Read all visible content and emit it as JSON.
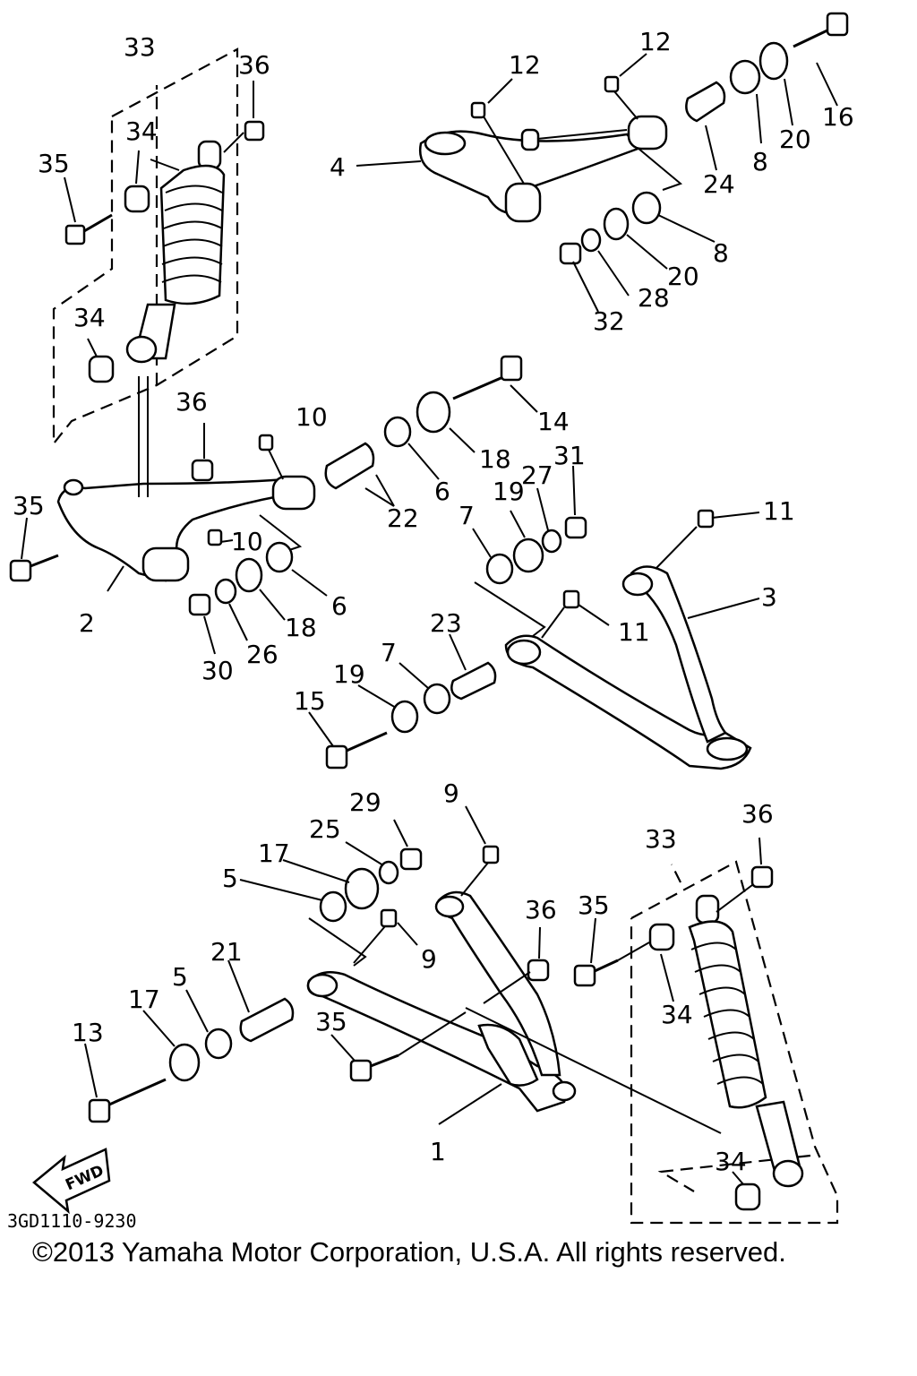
{
  "diagram": {
    "callouts": [
      "1",
      "2",
      "3",
      "4",
      "5",
      "6",
      "7",
      "8",
      "9",
      "10",
      "11",
      "12",
      "13",
      "14",
      "15",
      "16",
      "17",
      "18",
      "19",
      "20",
      "21",
      "22",
      "23",
      "24",
      "25",
      "26",
      "27",
      "28",
      "29",
      "30",
      "31",
      "32",
      "33",
      "34",
      "35",
      "36"
    ],
    "fwd_label": "FWD",
    "drawing_code": "3GD1110-9230"
  },
  "footer": {
    "copyright": "©2013 Yamaha Motor Corporation, U.S.A. All rights reserved."
  }
}
